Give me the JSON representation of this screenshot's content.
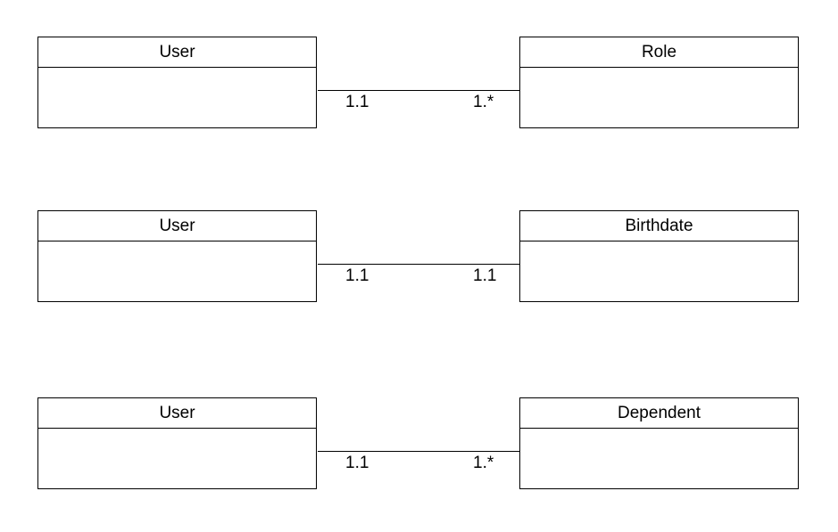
{
  "associations": [
    {
      "left_class": "User",
      "right_class": "Role",
      "left_multiplicity": "1.1",
      "right_multiplicity": "1.*"
    },
    {
      "left_class": "User",
      "right_class": "Birthdate",
      "left_multiplicity": "1.1",
      "right_multiplicity": "1.1"
    },
    {
      "left_class": "User",
      "right_class": "Dependent",
      "left_multiplicity": "1.1",
      "right_multiplicity": "1.*"
    }
  ]
}
